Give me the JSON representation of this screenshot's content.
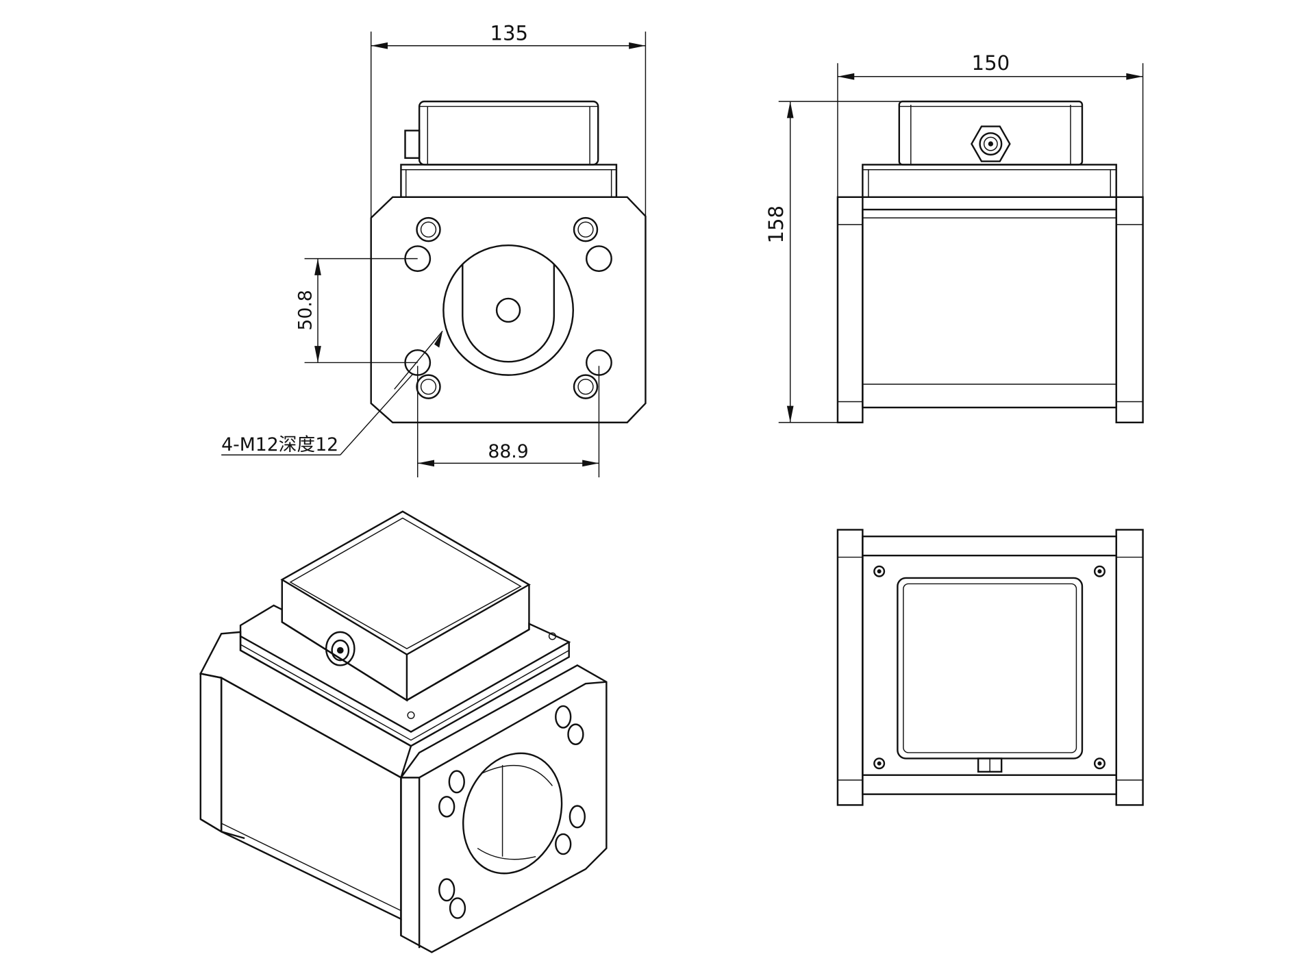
{
  "front_view": {
    "width_dim": "135",
    "hole_spacing_vertical": "50.8",
    "hole_spacing_horizontal": "88.9",
    "hole_note": "4-M12深度12"
  },
  "side_view": {
    "width_dim": "150",
    "height_dim": "158"
  },
  "colors": {
    "line": "#111111",
    "background": "#ffffff"
  }
}
